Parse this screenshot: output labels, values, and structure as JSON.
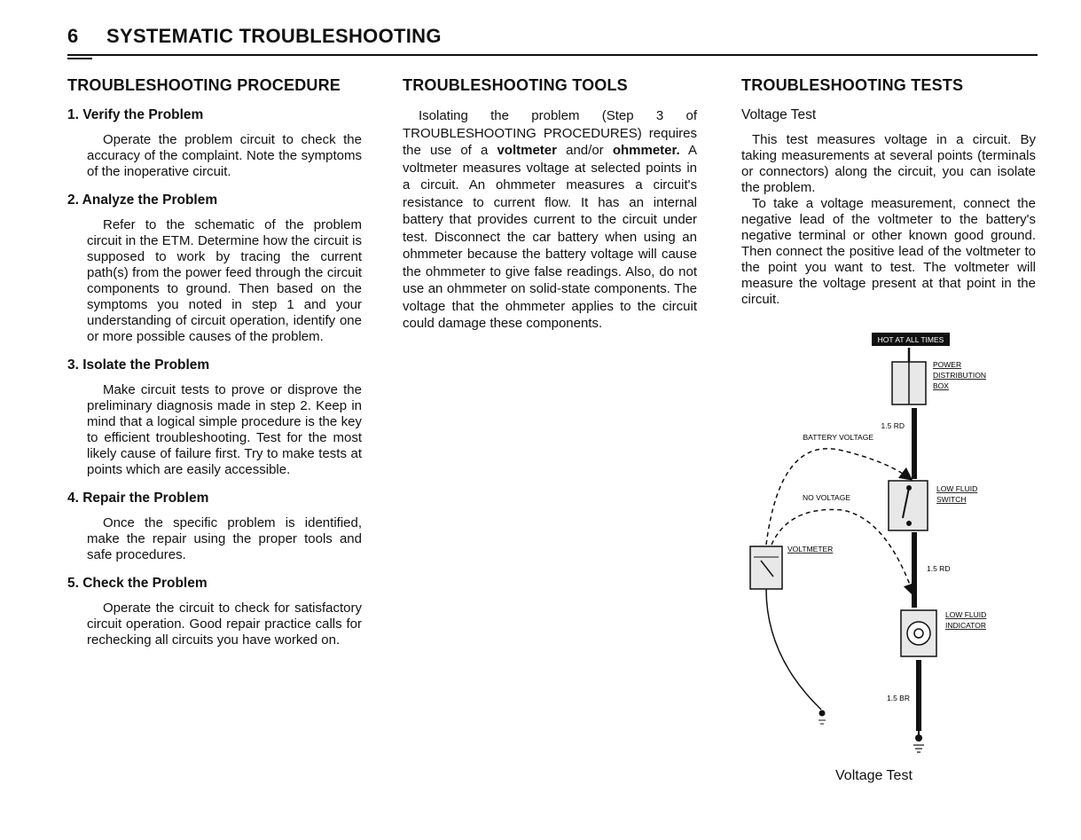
{
  "header": {
    "page_number": "6",
    "title": "SYSTEMATIC TROUBLESHOOTING"
  },
  "procedure": {
    "heading": "TROUBLESHOOTING PROCEDURE",
    "items": [
      {
        "title": "1. Verify the Problem",
        "body": "Operate the problem circuit to check the accuracy of the complaint. Note the symptoms of the inoperative circuit."
      },
      {
        "title": "2. Analyze the Problem",
        "body": "Refer to the schematic of the problem circuit in the ETM. Determine how the circuit is supposed to work by tracing the current path(s) from the power feed through the circuit components to ground. Then based on the symptoms you noted in step 1 and your understanding of circuit operation, identify one or more possible causes of the problem."
      },
      {
        "title": "3. Isolate the Problem",
        "body": "Make circuit tests to prove or disprove the preliminary diagnosis made in step 2. Keep in mind that a logical simple procedure is the key to efficient troubleshooting. Test for the most likely cause of failure first. Try to make tests at points which are easily accessible."
      },
      {
        "title": "4. Repair the Problem",
        "body": "Once the specific problem is identified, make the repair using the proper tools and safe procedures."
      },
      {
        "title": "5. Check the Problem",
        "body": "Operate the circuit to check for satisfactory circuit operation. Good repair practice calls for rechecking all circuits you have worked on."
      }
    ]
  },
  "tools": {
    "heading": "TROUBLESHOOTING TOOLS",
    "body_1": "Isolating the problem (Step 3 of TROUBLESHOOTING PROCEDURES) requires the use of a ",
    "voltmeter": "voltmeter",
    "body_2": " and/or ",
    "ohmmeter": "ohmmeter.",
    "body_3": " A voltmeter measures voltage at selected points in a circuit. An ohmmeter measures a circuit's resistance to current flow. It has an internal battery that provides current to the circuit under test. Disconnect the car battery when using an ohmmeter because the battery voltage will cause the ohmmeter to give false readings. Also, do not use an ohmmeter on solid-state components. The voltage that the ohmmeter applies to the circuit could damage these components."
  },
  "tests": {
    "heading": "TROUBLESHOOTING TESTS",
    "subheading": "Voltage Test",
    "para_1": "This test measures voltage in a circuit. By taking measurements at several points (terminals or connectors) along the circuit, you can isolate the problem.",
    "para_2": "To take a voltage measurement, connect the negative lead of the voltmeter to the battery's negative terminal or other known good ground. Then connect the positive lead of the voltmeter to the point you want to test. The voltmeter will measure the voltage present at that point in the circuit."
  },
  "diagram": {
    "hot_label": "HOT AT ALL TIMES",
    "power_dist": [
      "POWER",
      "DISTRIBUTION",
      "BOX"
    ],
    "wire_1": "1.5 RD",
    "battery_voltage": "BATTERY VOLTAGE",
    "low_fluid_switch": [
      "LOW FLUID",
      "SWITCH"
    ],
    "no_voltage": "NO VOLTAGE",
    "voltmeter": "VOLTMETER",
    "wire_2": "1.5 RD",
    "low_fluid_indicator": [
      "LOW FLUID",
      "INDICATOR"
    ],
    "wire_3": "1.5 BR",
    "caption": "Voltage Test"
  }
}
